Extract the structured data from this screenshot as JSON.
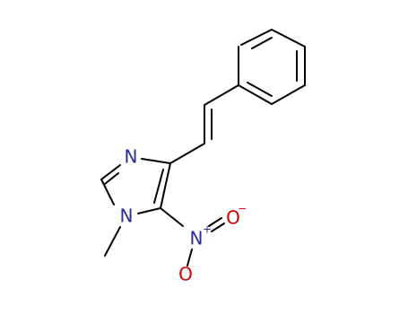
{
  "molecule": {
    "atoms": [
      {
        "id": "N3",
        "label": "N",
        "color": "#2b2b9b"
      },
      {
        "id": "N1",
        "label": "N",
        "color": "#2b2b9b"
      },
      {
        "id": "NO2N",
        "label": "N",
        "color": "#2b2b9b"
      },
      {
        "id": "O1",
        "label": "O",
        "color": "#d40000"
      },
      {
        "id": "O2",
        "label": "O",
        "color": "#d40000"
      }
    ],
    "charges": [
      {
        "id": "N_plus",
        "text": "+",
        "color": "#2b2b9b"
      },
      {
        "id": "O_minus",
        "text": "−",
        "color": "#d40000"
      }
    ],
    "bond_color": "#000000"
  }
}
